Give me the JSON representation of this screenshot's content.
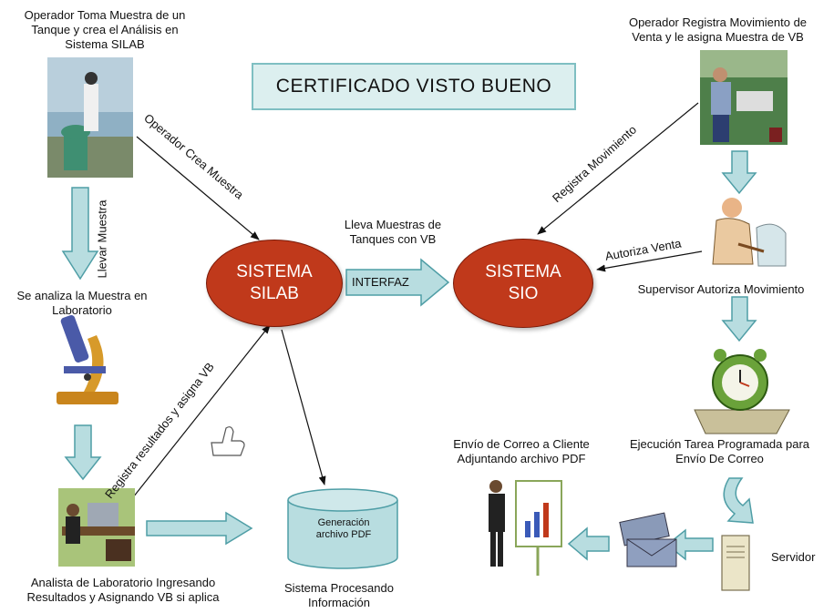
{
  "title": "CERTIFICADO VISTO BUENO",
  "nodes": {
    "silab": "SISTEMA\nSILAB",
    "sio": "SISTEMA\nSIO",
    "pdf_db": "Generación\narchivo PDF"
  },
  "captions": {
    "operador_muestra": "Operador Toma Muestra de un\nTanque y crea el Análisis en\nSistema SILAB",
    "operador_venta": "Operador Registra Movimiento de\nVenta y le asigna Muestra de VB",
    "analiza_muestra": "Se analiza la Muestra en\nLaboratorio",
    "lleva_muestras": "Lleva Muestras de\nTanques con VB",
    "supervisor": "Supervisor Autoriza Movimiento",
    "envio_correo": "Envío de Correo a Cliente\nAdjuntando archivo PDF",
    "ejecucion_tarea": "Ejecución Tarea Programada para\nEnvío De Correo",
    "analista": "Analista de Laboratorio Ingresando\nResultados y Asignando VB si aplica",
    "sistema_procesando": "Sistema Procesando\nInformación",
    "servidor": "Servidor"
  },
  "edge_labels": {
    "operador_crea_muestra": "Operador Crea Muestra",
    "llevar_muestra": "Llevar Muestra",
    "registra_movimiento": "Registra Movimiento",
    "autoriza_venta": "Autoriza Venta",
    "interfaz": "INTERFAZ",
    "registra_resultados": "Registra resultados y asigna VB"
  },
  "colors": {
    "ellipse_fill": "#c0391b",
    "block_arrow_fill": "#b8dde0",
    "block_arrow_stroke": "#4f9ea6",
    "title_box_fill": "#dcefef"
  }
}
